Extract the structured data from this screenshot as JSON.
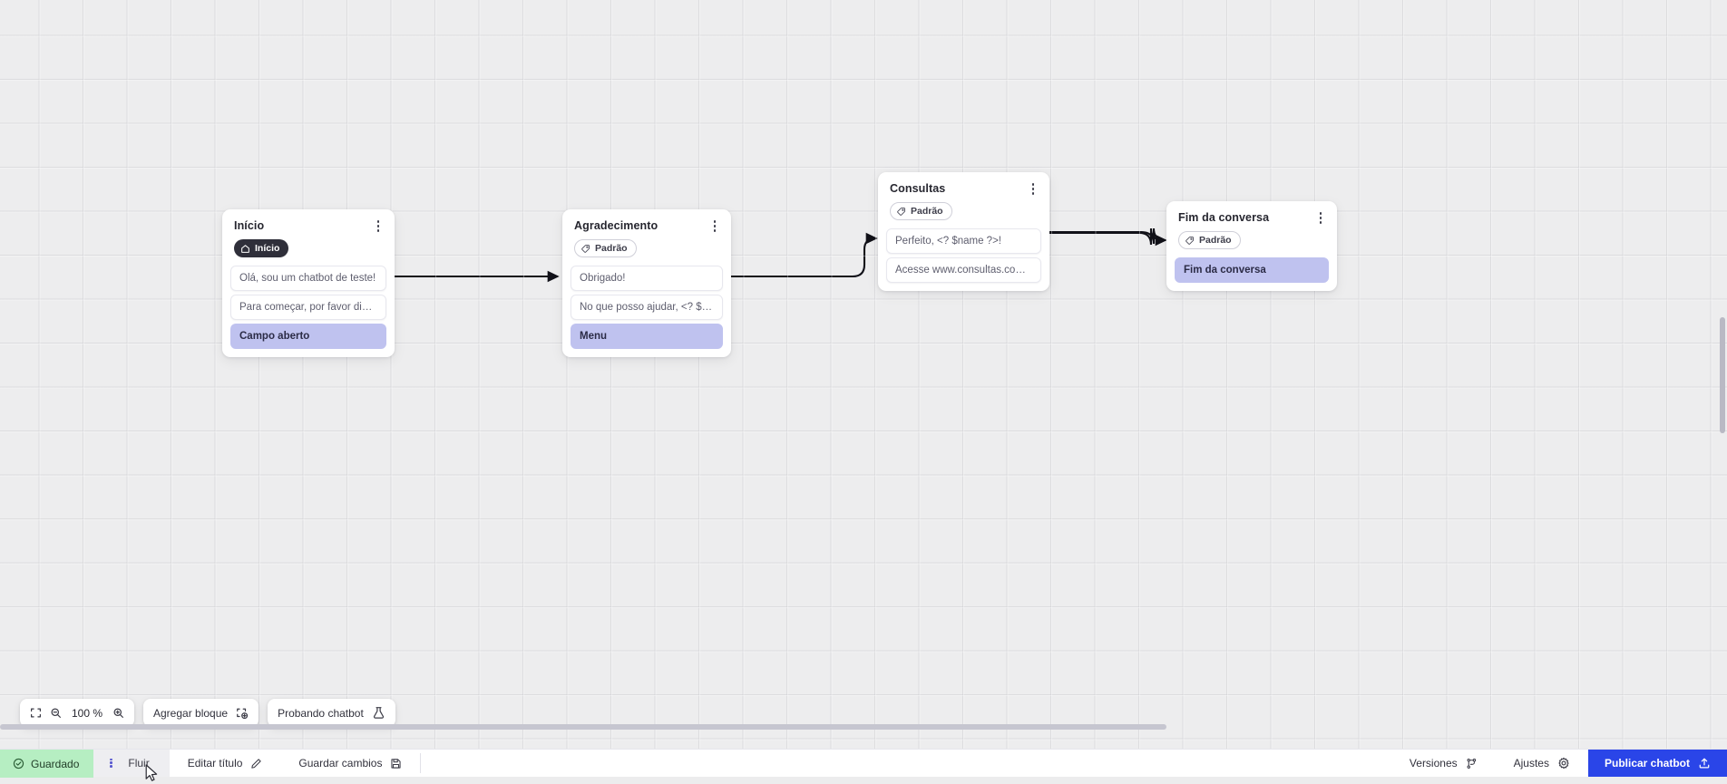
{
  "canvas": {
    "zoom_level": "100 %",
    "nodes": [
      {
        "id": "inicio",
        "title": "Início",
        "badge": {
          "type": "start",
          "label": "Início",
          "icon": "home-icon"
        },
        "rows": [
          {
            "text": "Olá, sou um chatbot de teste!",
            "highlight": false
          },
          {
            "text": "Para começar, por favor digite o ...",
            "highlight": false
          },
          {
            "text": "Campo aberto",
            "highlight": true
          }
        ]
      },
      {
        "id": "agradecimento",
        "title": "Agradecimento",
        "badge": {
          "type": "default",
          "label": "Padrão",
          "icon": "tag-icon"
        },
        "rows": [
          {
            "text": "Obrigado!",
            "highlight": false
          },
          {
            "text": "No que posso ajudar, <? $name ...",
            "highlight": false
          },
          {
            "text": "Menu",
            "highlight": true
          }
        ]
      },
      {
        "id": "consultas",
        "title": "Consultas",
        "badge": {
          "type": "default",
          "label": "Padrão",
          "icon": "tag-icon"
        },
        "rows": [
          {
            "text": "Perfeito, <? $name ?>!",
            "highlight": false
          },
          {
            "text": "Acesse www.consultas.com par...",
            "highlight": false
          }
        ]
      },
      {
        "id": "fim",
        "title": "Fim da conversa",
        "badge": {
          "type": "default",
          "label": "Padrão",
          "icon": "tag-icon"
        },
        "rows": [
          {
            "text": "Fim da conversa",
            "highlight": true
          }
        ]
      }
    ]
  },
  "toolbar": {
    "fit_icon": "fit-screen-icon",
    "zoom_out_icon": "zoom-out-icon",
    "zoom_in_icon": "zoom-in-icon",
    "zoom_value": "100 %",
    "add_block_label": "Agregar bloque",
    "add_block_icon": "add-block-icon",
    "test_chatbot_label": "Probando chatbot",
    "test_chatbot_icon": "flask-icon"
  },
  "bottombar": {
    "saved_label": "Guardado",
    "saved_icon": "check-circle-icon",
    "saved_color": "#b6eec2",
    "tab_kebab_icon": "kebab-icon",
    "tab_label": "Fluir",
    "edit_title_label": "Editar título",
    "edit_title_icon": "pencil-icon",
    "save_changes_label": "Guardar cambios",
    "save_changes_icon": "floppy-icon",
    "versions_label": "Versiones",
    "versions_icon": "branch-icon",
    "settings_label": "Ajustes",
    "settings_icon": "gear-icon",
    "publish_label": "Publicar chatbot",
    "publish_icon": "upload-icon",
    "publish_color": "#2a45e8"
  }
}
